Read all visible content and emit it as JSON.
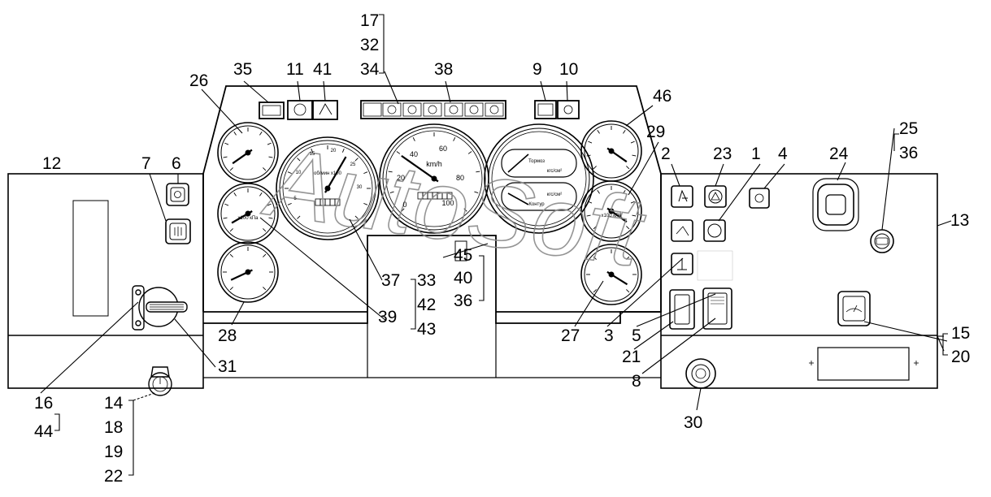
{
  "watermark": "AutoSoft",
  "callouts": [
    {
      "id": "12",
      "text": "12"
    },
    {
      "id": "7",
      "text": "7"
    },
    {
      "id": "6",
      "text": "6"
    },
    {
      "id": "26",
      "text": "26"
    },
    {
      "id": "35",
      "text": "35"
    },
    {
      "id": "11",
      "text": "11"
    },
    {
      "id": "41",
      "text": "41"
    },
    {
      "id": "17",
      "text": "17"
    },
    {
      "id": "32",
      "text": "32"
    },
    {
      "id": "34",
      "text": "34"
    },
    {
      "id": "38",
      "text": "38"
    },
    {
      "id": "9",
      "text": "9"
    },
    {
      "id": "10",
      "text": "10"
    },
    {
      "id": "46",
      "text": "46"
    },
    {
      "id": "29",
      "text": "29"
    },
    {
      "id": "2",
      "text": "2"
    },
    {
      "id": "23",
      "text": "23"
    },
    {
      "id": "1",
      "text": "1"
    },
    {
      "id": "4",
      "text": "4"
    },
    {
      "id": "24",
      "text": "24"
    },
    {
      "id": "25",
      "text": "25"
    },
    {
      "id": "36a",
      "text": "36"
    },
    {
      "id": "13",
      "text": "13"
    },
    {
      "id": "45",
      "text": "45"
    },
    {
      "id": "40",
      "text": "40"
    },
    {
      "id": "36b",
      "text": "36"
    },
    {
      "id": "33",
      "text": "33"
    },
    {
      "id": "42",
      "text": "42"
    },
    {
      "id": "43",
      "text": "43"
    },
    {
      "id": "37",
      "text": "37"
    },
    {
      "id": "39",
      "text": "39"
    },
    {
      "id": "28",
      "text": "28"
    },
    {
      "id": "27",
      "text": "27"
    },
    {
      "id": "3",
      "text": "3"
    },
    {
      "id": "5",
      "text": "5"
    },
    {
      "id": "21",
      "text": "21"
    },
    {
      "id": "8",
      "text": "8"
    },
    {
      "id": "15",
      "text": "15"
    },
    {
      "id": "20",
      "text": "20"
    },
    {
      "id": "31",
      "text": "31"
    },
    {
      "id": "16",
      "text": "16"
    },
    {
      "id": "44",
      "text": "44"
    },
    {
      "id": "14",
      "text": "14"
    },
    {
      "id": "18",
      "text": "18"
    },
    {
      "id": "19",
      "text": "19"
    },
    {
      "id": "22",
      "text": "22"
    },
    {
      "id": "30",
      "text": "30"
    }
  ],
  "gauge_text": {
    "speedo_unit": "km/h",
    "speedo_ticks": [
      "0",
      "20",
      "40",
      "60",
      "80",
      "100"
    ],
    "tacho_ticks": [
      "5",
      "10",
      "15",
      "20",
      "25",
      "30"
    ],
    "tacho_unit": "об/мин х100",
    "pressure_unit": "кгс/см²",
    "brake_top": "Тормоз",
    "brake_bottom": "Контур",
    "gauge_unit": "x100 кПа"
  }
}
